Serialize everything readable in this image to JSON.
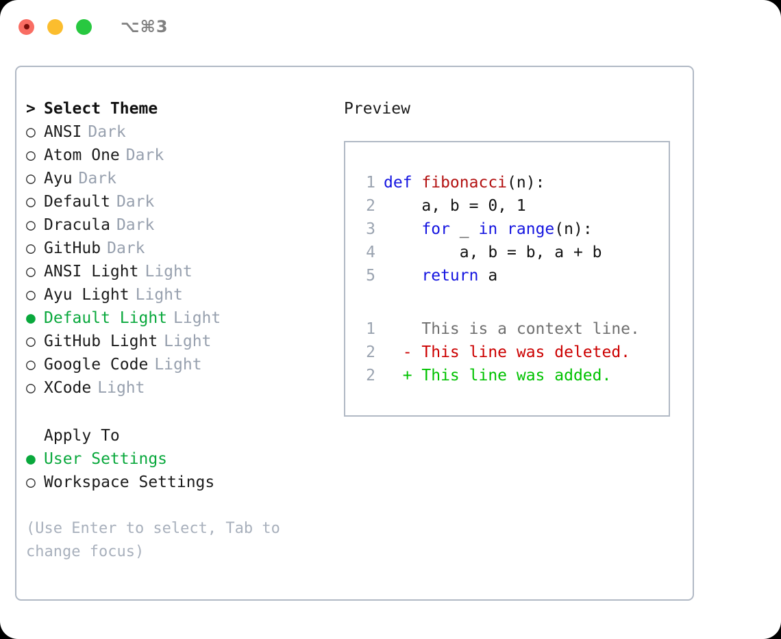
{
  "titlebar": {
    "shortcut": "⌥⌘3",
    "buttons": [
      "close",
      "minimize",
      "maximize"
    ]
  },
  "theme_picker": {
    "header": {
      "caret": ">",
      "label": "Select Theme"
    },
    "bullets": {
      "selected": "●",
      "unselected": "○"
    },
    "items": [
      {
        "label": "ANSI",
        "meta": "Dark",
        "selected": false
      },
      {
        "label": "Atom One",
        "meta": "Dark",
        "selected": false
      },
      {
        "label": "Ayu",
        "meta": "Dark",
        "selected": false
      },
      {
        "label": "Default",
        "meta": "Dark",
        "selected": false
      },
      {
        "label": "Dracula",
        "meta": "Dark",
        "selected": false
      },
      {
        "label": "GitHub",
        "meta": "Dark",
        "selected": false
      },
      {
        "label": "ANSI Light",
        "meta": "Light",
        "selected": false
      },
      {
        "label": "Ayu Light",
        "meta": "Light",
        "selected": false
      },
      {
        "label": "Default Light",
        "meta": "Light",
        "selected": true
      },
      {
        "label": "GitHub Light",
        "meta": "Light",
        "selected": false
      },
      {
        "label": "Google Code",
        "meta": "Light",
        "selected": false
      },
      {
        "label": "XCode",
        "meta": "Light",
        "selected": false
      }
    ]
  },
  "apply_to": {
    "header": "Apply To",
    "options": [
      {
        "label": "User Settings",
        "selected": true
      },
      {
        "label": "Workspace Settings",
        "selected": false
      }
    ]
  },
  "hint": "(Use Enter to select, Tab to change focus)",
  "preview": {
    "title": "Preview",
    "code_lines": [
      {
        "no": "1",
        "tokens": [
          {
            "t": "def ",
            "k": "kw"
          },
          {
            "t": "fibonacci",
            "k": "fn"
          },
          {
            "t": "(n):",
            "k": "plain"
          }
        ]
      },
      {
        "no": "2",
        "tokens": [
          {
            "t": "    a, b = 0, 1",
            "k": "plain"
          }
        ]
      },
      {
        "no": "3",
        "tokens": [
          {
            "t": "    ",
            "k": "plain"
          },
          {
            "t": "for",
            "k": "kw"
          },
          {
            "t": " _ ",
            "k": "plain"
          },
          {
            "t": "in",
            "k": "kw"
          },
          {
            "t": " ",
            "k": "plain"
          },
          {
            "t": "range",
            "k": "kw"
          },
          {
            "t": "(n):",
            "k": "plain"
          }
        ]
      },
      {
        "no": "4",
        "tokens": [
          {
            "t": "        a, b = b, a + b",
            "k": "plain"
          }
        ]
      },
      {
        "no": "5",
        "tokens": [
          {
            "t": "    ",
            "k": "plain"
          },
          {
            "t": "return",
            "k": "kw"
          },
          {
            "t": " a",
            "k": "plain"
          }
        ]
      }
    ],
    "diff_lines": [
      {
        "no": "1",
        "marker": "  ",
        "text": "This is a context line.",
        "kind": "context"
      },
      {
        "no": "2",
        "marker": "- ",
        "text": "This line was deleted.",
        "kind": "deleted"
      },
      {
        "no": "2",
        "marker": "+ ",
        "text": "This line was added.",
        "kind": "added"
      }
    ]
  },
  "colors": {
    "accent_green": "#09a83c",
    "muted_gray": "#97a0ae",
    "hint_gray": "#a8b0bc",
    "border": "#b0b8c4",
    "keyword_blue": "#1414e0",
    "function_red": "#b31111",
    "diff_deleted": "#cc0000",
    "diff_added": "#00c200",
    "diff_context": "#6f6f6f",
    "traffic_close": "#f96d63",
    "traffic_min": "#fbbd2e",
    "traffic_max": "#28c840"
  }
}
